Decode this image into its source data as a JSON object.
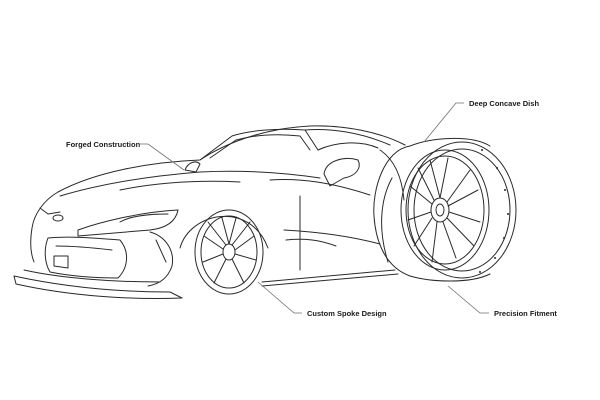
{
  "callouts": {
    "forged": "Forged Construction",
    "dish": "Deep Concave Dish",
    "spoke": "Custom Spoke Design",
    "fitment": "Precision Fitment"
  },
  "colors": {
    "line": "#2a2a2a",
    "leader": "#6e6e6e",
    "background": "#ffffff"
  }
}
